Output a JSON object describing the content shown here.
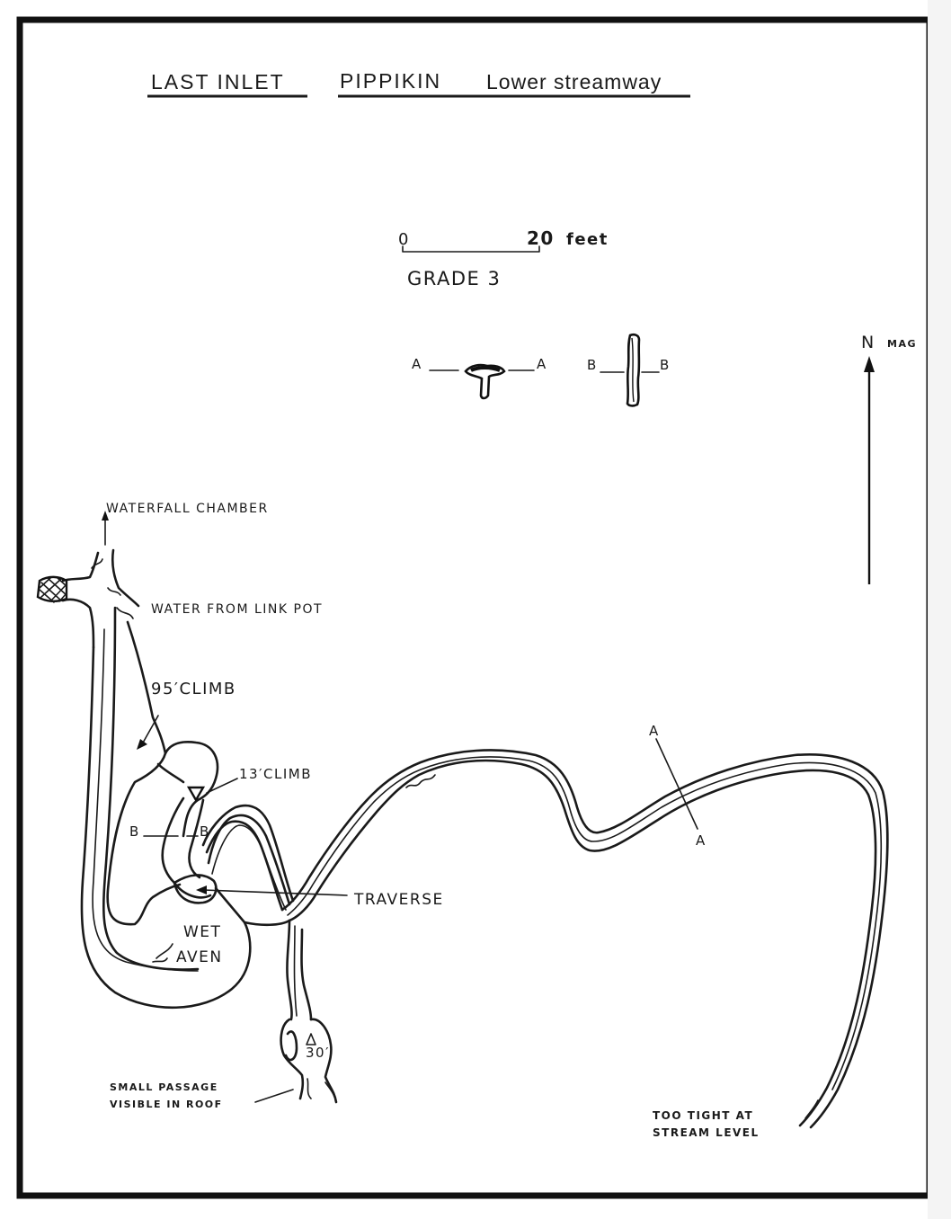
{
  "title": {
    "part1": "LAST INLET",
    "part2": "PIPPIKIN",
    "part3": "Lower streamway"
  },
  "scale": {
    "start": "0",
    "end": "20",
    "unit": "feet",
    "grade": "GRADE 3"
  },
  "cross_sections": {
    "a_left": "A",
    "a_right": "A",
    "b_left": "B",
    "b_right": "B"
  },
  "north_arrow": {
    "letter": "N",
    "note": "MAG"
  },
  "labels": {
    "waterfall_chamber": "WATERFALL CHAMBER",
    "water_from_link_pot": "WATER FROM LINK POT",
    "climb_95": "95′CLIMB",
    "climb_13": "13′CLIMB",
    "section_b_left": "B",
    "section_b_right": "B",
    "section_a_top": "A",
    "section_a_bottom": "A",
    "traverse": "TRAVERSE",
    "wet": "WET",
    "aven": "AVEN",
    "pitch_30": "30′",
    "small_passage_1": "SMALL PASSAGE",
    "small_passage_2": "VISIBLE IN ROOF",
    "too_tight_1": "TOO TIGHT AT",
    "too_tight_2": "STREAM LEVEL"
  },
  "colors": {
    "ink": "#1a1a1a",
    "paper": "#ffffff"
  }
}
